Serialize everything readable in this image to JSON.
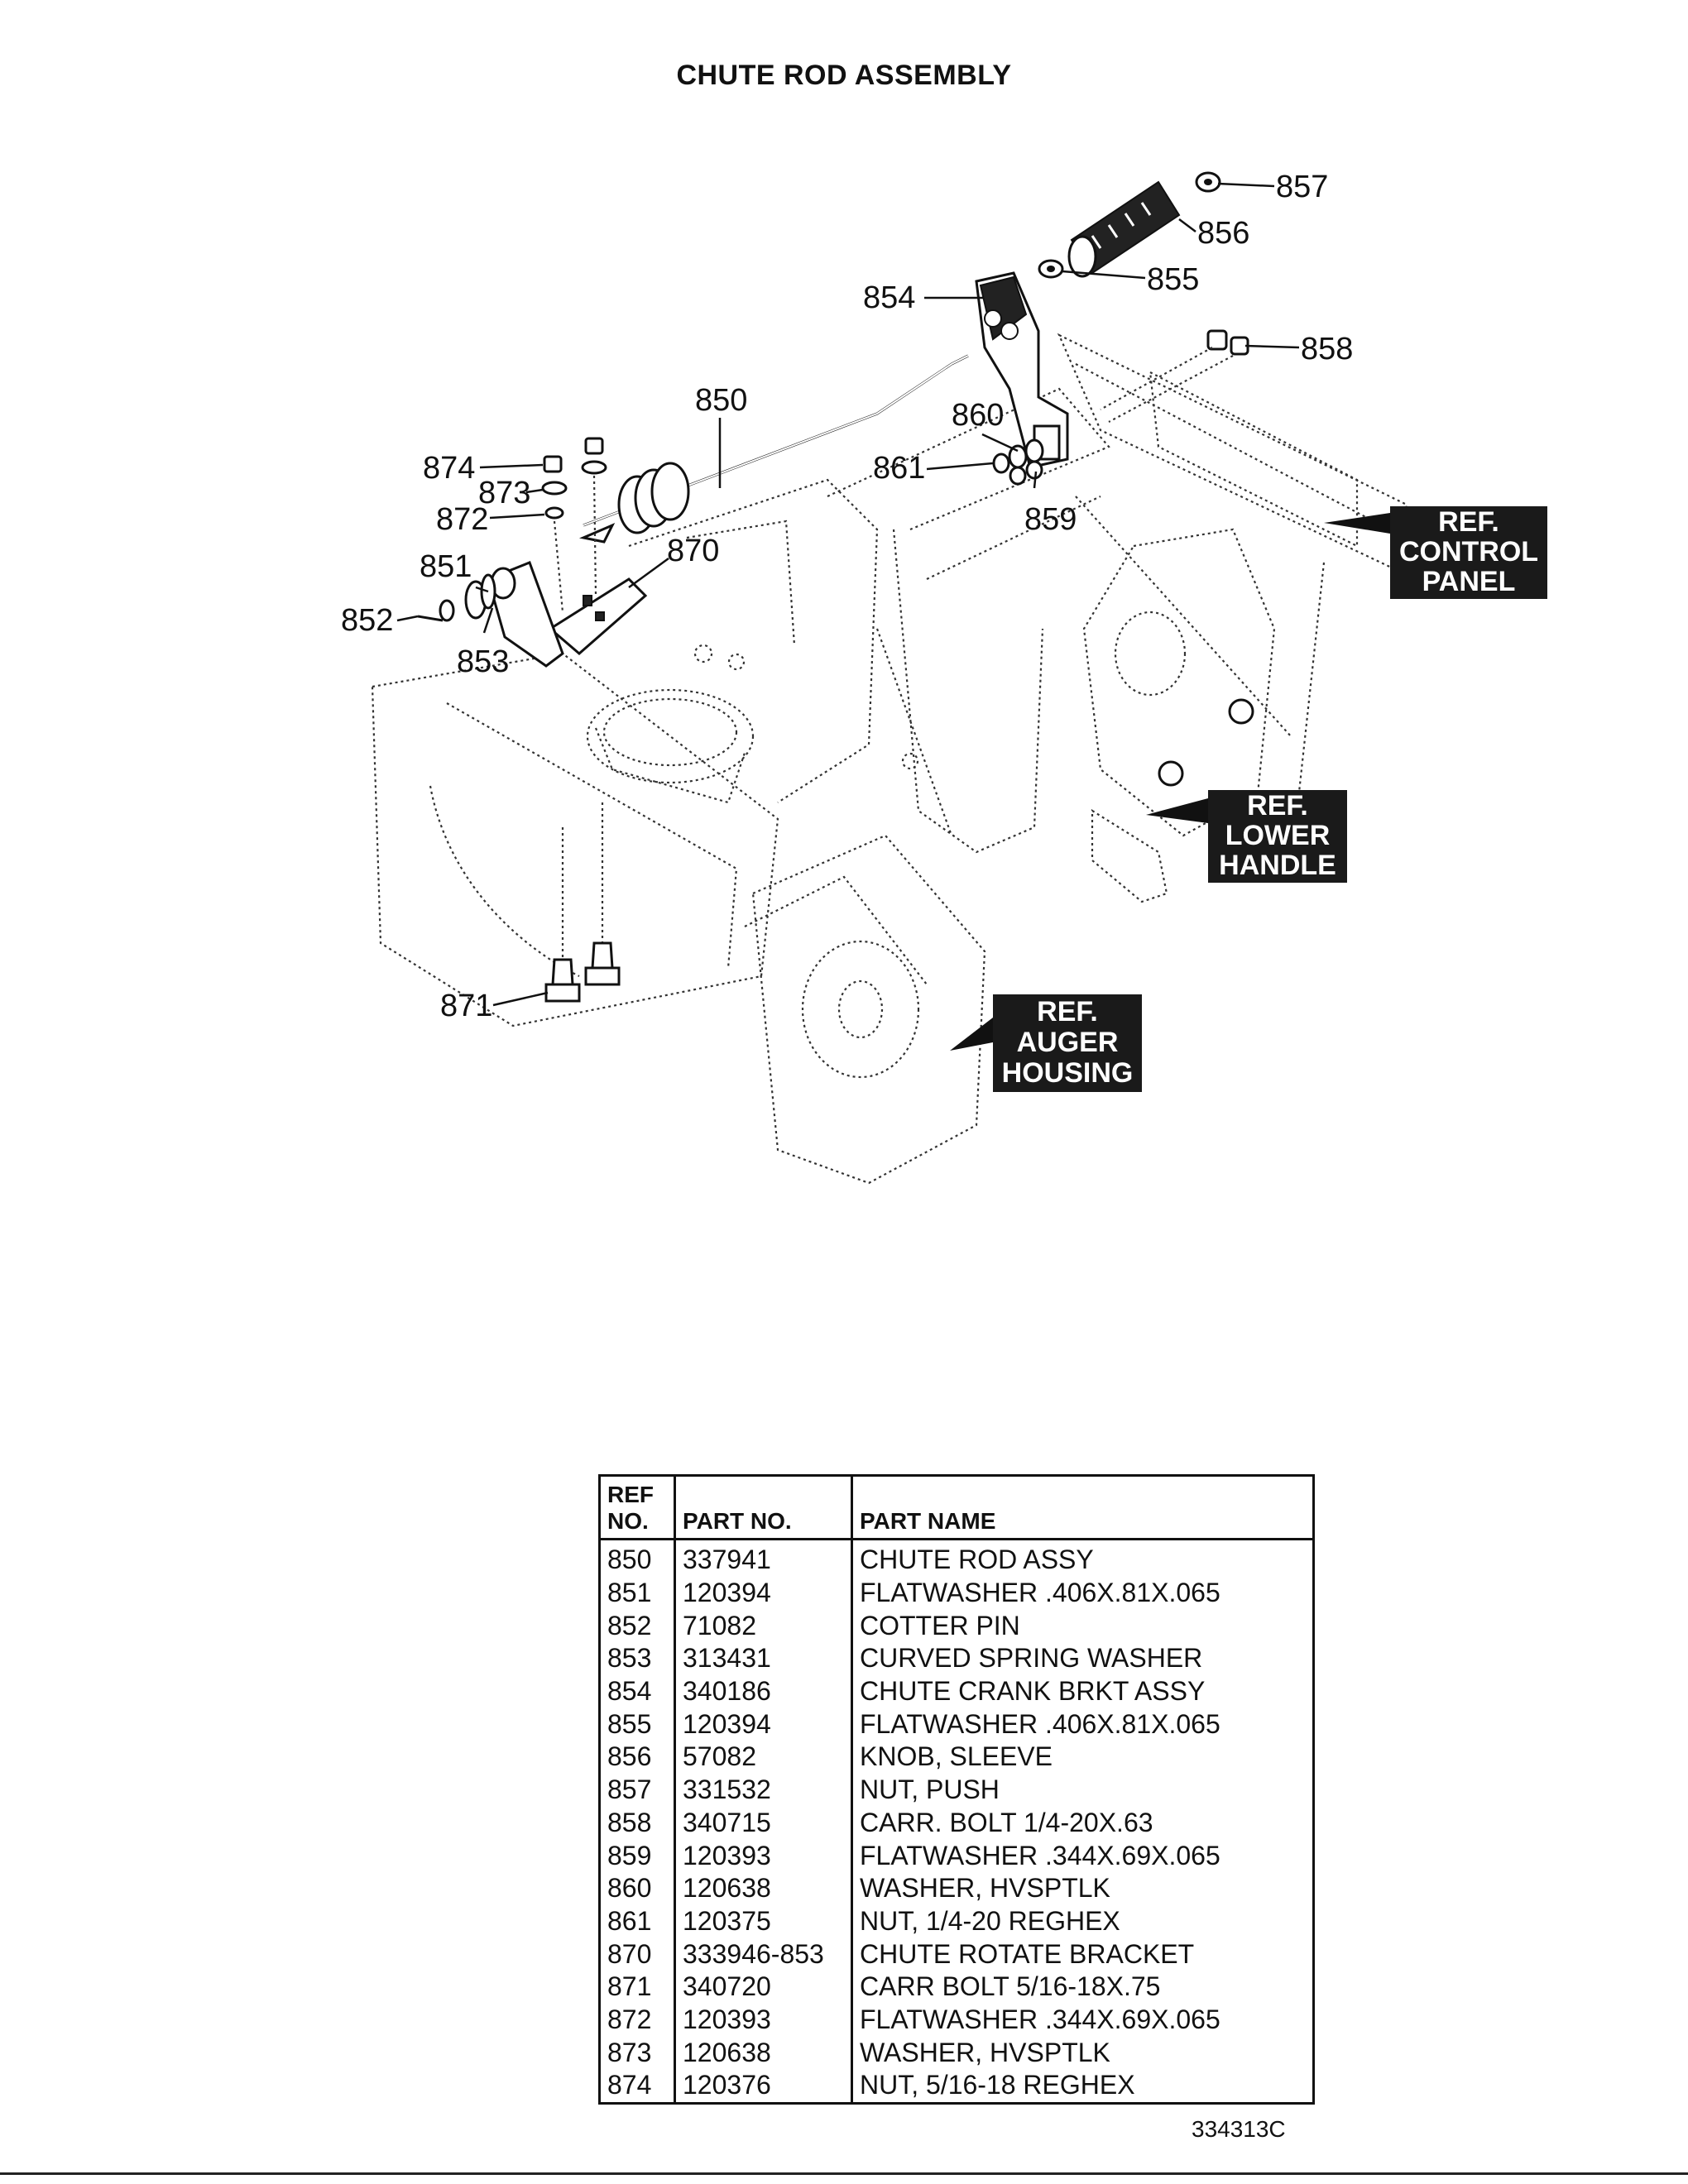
{
  "title": "CHUTE ROD ASSEMBLY",
  "callouts": {
    "c850": "850",
    "c851": "851",
    "c852": "852",
    "c853": "853",
    "c854": "854",
    "c855": "855",
    "c856": "856",
    "c857": "857",
    "c858": "858",
    "c859": "859",
    "c860": "860",
    "c861": "861",
    "c870": "870",
    "c871": "871",
    "c872": "872",
    "c873": "873",
    "c874": "874"
  },
  "refs": {
    "control_panel": [
      "REF.",
      "CONTROL",
      "PANEL"
    ],
    "lower_handle": [
      "REF.",
      "LOWER",
      "HANDLE"
    ],
    "auger_housing": [
      "REF.",
      "AUGER",
      "HOUSING"
    ]
  },
  "table": {
    "headers": {
      "ref_line1": "REF",
      "ref_line2": "NO.",
      "part_no": "PART NO.",
      "part_name": "PART NAME"
    },
    "rows": [
      {
        "ref": "850",
        "part": "337941",
        "name": "CHUTE ROD ASSY"
      },
      {
        "ref": "851",
        "part": "120394",
        "name": "FLATWASHER .406X.81X.065"
      },
      {
        "ref": "852",
        "part": "71082",
        "name": "COTTER PIN"
      },
      {
        "ref": "853",
        "part": "313431",
        "name": "CURVED SPRING WASHER"
      },
      {
        "ref": "854",
        "part": "340186",
        "name": "CHUTE CRANK BRKT ASSY"
      },
      {
        "ref": "855",
        "part": "120394",
        "name": "FLATWASHER .406X.81X.065"
      },
      {
        "ref": "856",
        "part": "57082",
        "name": "KNOB, SLEEVE"
      },
      {
        "ref": "857",
        "part": "331532",
        "name": "NUT, PUSH"
      },
      {
        "ref": "858",
        "part": "340715",
        "name": "CARR. BOLT 1/4-20X.63"
      },
      {
        "ref": "859",
        "part": "120393",
        "name": "FLATWASHER .344X.69X.065"
      },
      {
        "ref": "860",
        "part": "120638",
        "name": "WASHER, HVSPTLK"
      },
      {
        "ref": "861",
        "part": "120375",
        "name": "NUT, 1/4-20 REGHEX"
      },
      {
        "ref": "870",
        "part": "333946-853",
        "name": "CHUTE ROTATE BRACKET"
      },
      {
        "ref": "871",
        "part": "340720",
        "name": "CARR BOLT 5/16-18X.75"
      },
      {
        "ref": "872",
        "part": "120393",
        "name": "FLATWASHER .344X.69X.065"
      },
      {
        "ref": "873",
        "part": "120638",
        "name": "WASHER, HVSPTLK"
      },
      {
        "ref": "874",
        "part": "120376",
        "name": "NUT, 5/16-18 REGHEX"
      }
    ]
  },
  "doc_number": "334313C"
}
